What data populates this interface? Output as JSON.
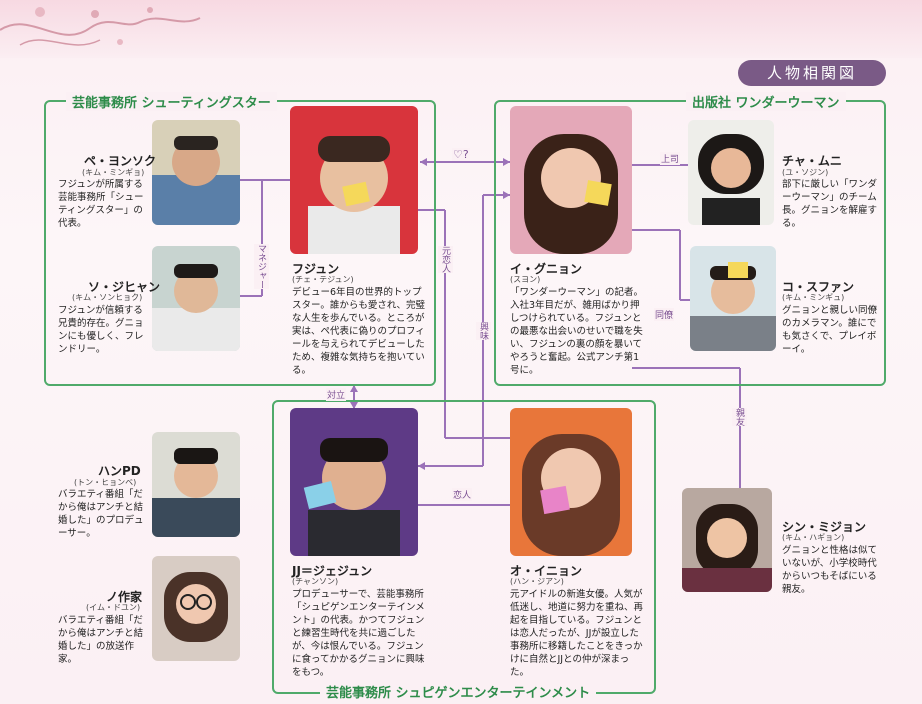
{
  "header": {
    "title": "人物相関図"
  },
  "groups": {
    "shooting": "芸能事務所 シューティングスター",
    "wonder": "出版社 ワンダーウーマン",
    "shippugen": "芸能事務所 シュピゲンエンターテインメント"
  },
  "people": {
    "pe": {
      "name": "ペ・ヨンソク",
      "yomi": "(キム・ミンギョ)",
      "desc": "フジュンが所属する芸能事務所「シューティングスター」の代表。"
    },
    "so": {
      "name": "ソ・ジヒャン",
      "yomi": "(キム・ソンヒョク)",
      "desc": "フジュンが信頼する兄貴的存在。グニョンにも優しく、フレンドリー。"
    },
    "fujun": {
      "name": "フジュン",
      "yomi": "(チェ・テジュン)",
      "desc": "デビュー6年目の世界的トップスター。誰からも愛され、完璧な人生を歩んでいる。ところが実は、ペ代表に偽りのプロフィールを与えられてデビューしたため、複雑な気持ちを抱いている。"
    },
    "gunyon": {
      "name": "イ・グニョン",
      "yomi": "(スヨン)",
      "desc": "「ワンダーウーマン」の記者。入社3年目だが、雑用ばかり押しつけられている。フジュンとの最悪な出会いのせいで職を失い、フジュンの裏の顔を暴いてやろうと奮起。公式アンチ第1号に。"
    },
    "cha": {
      "name": "チャ・ムニ",
      "yomi": "(ユ・ソジン)",
      "desc": "部下に厳しい「ワンダーウーマン」のチーム長。グニョンを解雇する。"
    },
    "ko": {
      "name": "コ・スファン",
      "yomi": "(キム・ミンギュ)",
      "desc": "グニョンと親しい同僚のカメラマン。誰にでも気さくで、プレイボーイ。"
    },
    "hanpd": {
      "name": "ハンPD",
      "yomi": "(トン・ヒョンベ)",
      "desc": "バラエティ番組「だから俺はアンチと結婚した」のプロデューサー。"
    },
    "no": {
      "name": "ノ作家",
      "yomi": "(イム・ドユン)",
      "desc": "バラエティ番組「だから俺はアンチと結婚した」の放送作家。"
    },
    "jj": {
      "name": "JJ＝ジェジュン",
      "yomi": "(チャンソン)",
      "desc": "プロデューサーで、芸能事務所「シュピゲンエンターテインメント」の代表。かつてフジュンと練習生時代を共に過ごしたが、今は恨んでいる。フジュンに食ってかかるグニョンに興味をもつ。"
    },
    "inyon": {
      "name": "オ・イニョン",
      "yomi": "(ハン・ジアン)",
      "desc": "元アイドルの新進女優。人気が低迷し、地道に努力を重ね、再起を目指している。フジュンとは恋人だったが、JJが設立した事務所に移籍したことをきっかけに自然とJJとの仲が深まった。"
    },
    "shin": {
      "name": "シン・ミジョン",
      "yomi": "(キム・ハギョン)",
      "desc": "グニョンと性格は似ていないが、小学校時代からいつもそばにいる親友。"
    }
  },
  "relations": {
    "manager": "マネジャー",
    "love_q": "♡?",
    "ex_lover": "元恋人",
    "interest": "興味",
    "boss": "上司",
    "colleague": "同僚",
    "rival": "対立",
    "lovers": "恋人",
    "best_friend": "親友"
  },
  "colors": {
    "frame": "#4faa6a",
    "group_label": "#2e8c4a",
    "relation_line": "#9b72b8",
    "badge": "#7a5a86",
    "photo_red": "#d8343c",
    "photo_pink": "#e4a8b8",
    "photo_purple": "#5e3a86",
    "photo_orange": "#e8763a"
  }
}
